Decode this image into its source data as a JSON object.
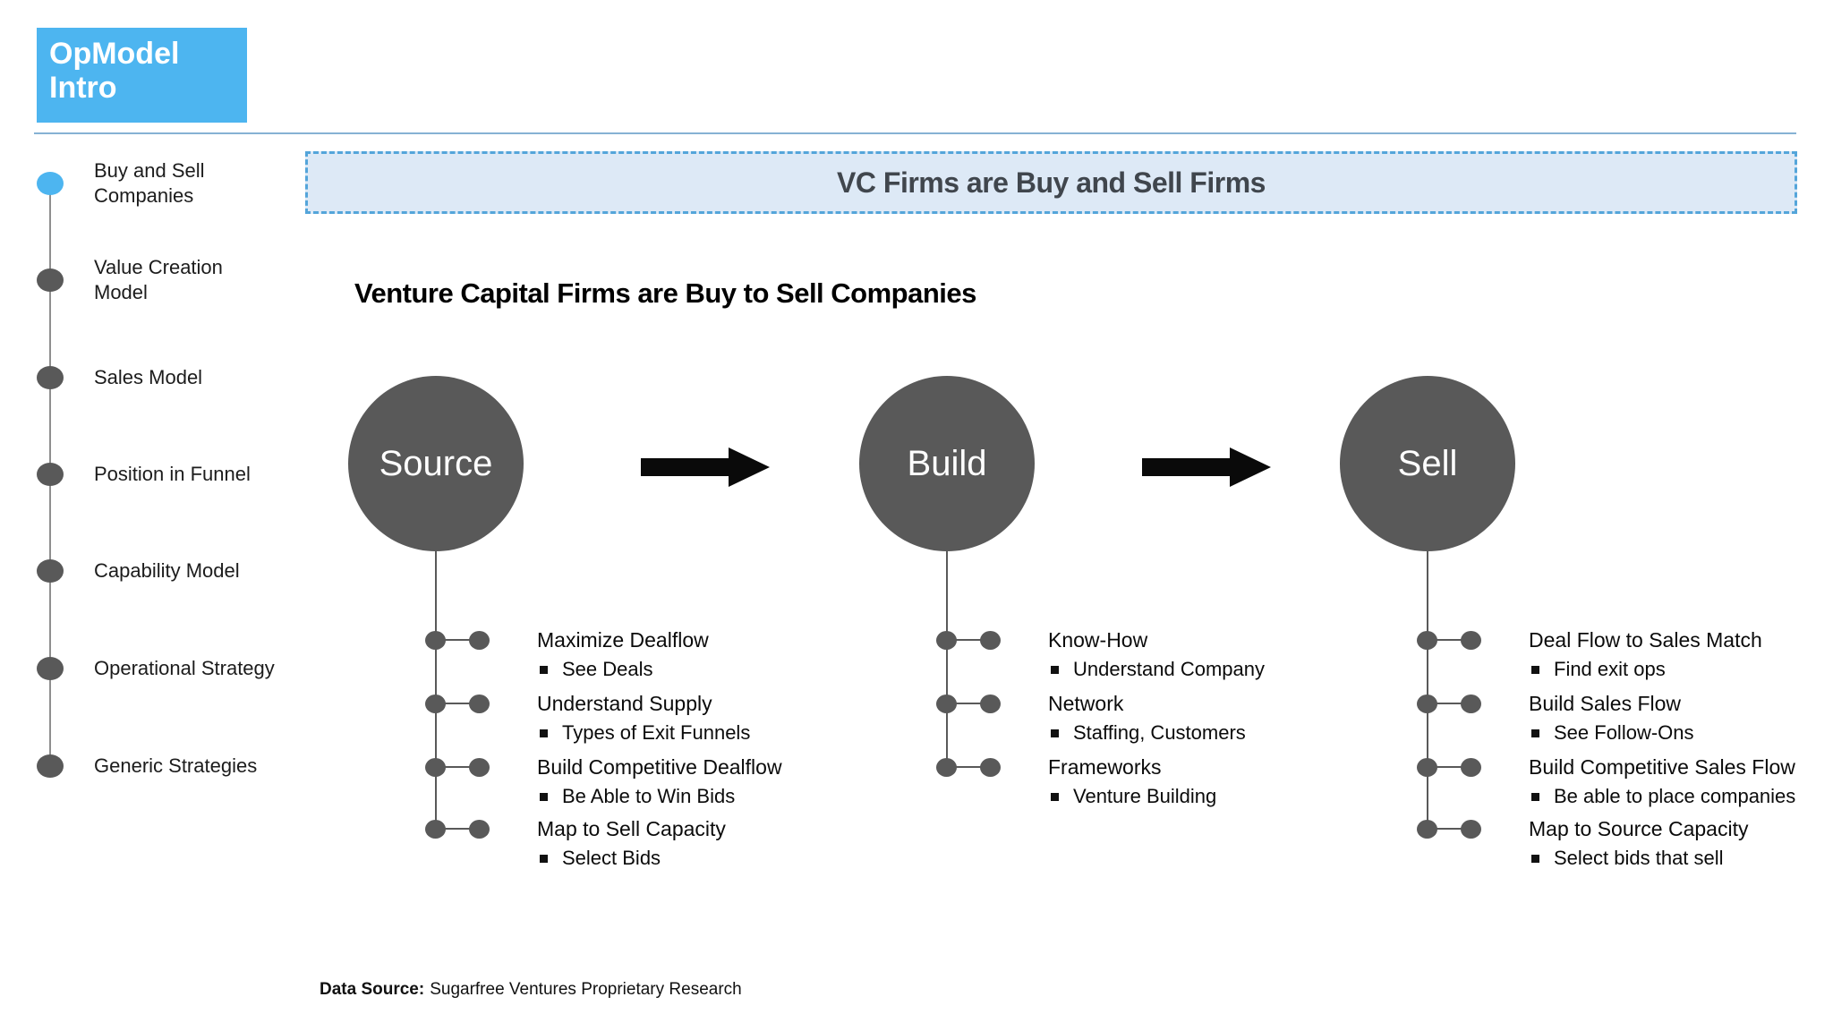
{
  "badge": {
    "line1": "OpModel",
    "line2": "Intro"
  },
  "banner": {
    "text": "VC Firms are Buy and Sell Firms"
  },
  "section_title": "Venture Capital Firms are Buy to Sell Companies",
  "sidebar": {
    "items": [
      {
        "label": "Buy and Sell\nCompanies",
        "active": true
      },
      {
        "label": "Value Creation\nModel",
        "active": false
      },
      {
        "label": "Sales Model",
        "active": false
      },
      {
        "label": "Position in Funnel",
        "active": false
      },
      {
        "label": "Capability Model",
        "active": false
      },
      {
        "label": "Operational Strategy",
        "active": false
      },
      {
        "label": "Generic Strategies",
        "active": false
      }
    ]
  },
  "process": {
    "stages": [
      {
        "name": "Source",
        "items": [
          {
            "title": "Maximize Dealflow",
            "detail": "See Deals"
          },
          {
            "title": "Understand Supply",
            "detail": "Types of Exit Funnels"
          },
          {
            "title": "Build Competitive Dealflow",
            "detail": "Be Able to Win Bids"
          },
          {
            "title": "Map to Sell Capacity",
            "detail": "Select Bids"
          }
        ]
      },
      {
        "name": "Build",
        "items": [
          {
            "title": "Know-How",
            "detail": "Understand Company"
          },
          {
            "title": "Network",
            "detail": "Staffing, Customers"
          },
          {
            "title": "Frameworks",
            "detail": "Venture Building"
          }
        ]
      },
      {
        "name": "Sell",
        "items": [
          {
            "title": "Deal Flow to Sales Match",
            "detail": "Find exit ops"
          },
          {
            "title": "Build Sales Flow",
            "detail": "See Follow-Ons"
          },
          {
            "title": "Build Competitive Sales Flow",
            "detail": "Be able to place companies"
          },
          {
            "title": "Map to Source Capacity",
            "detail": "Select bids that sell"
          }
        ]
      }
    ]
  },
  "footer": {
    "label": "Data Source:",
    "text": "Sugarfree Ventures Proprietary Research"
  },
  "colors": {
    "accent_blue": "#4db5f0",
    "banner_fill": "#dde9f6",
    "banner_border": "#54a5da",
    "shape_gray": "#595959",
    "rule_blue": "#86b2d4",
    "arrow_black": "#0a0a0a"
  }
}
